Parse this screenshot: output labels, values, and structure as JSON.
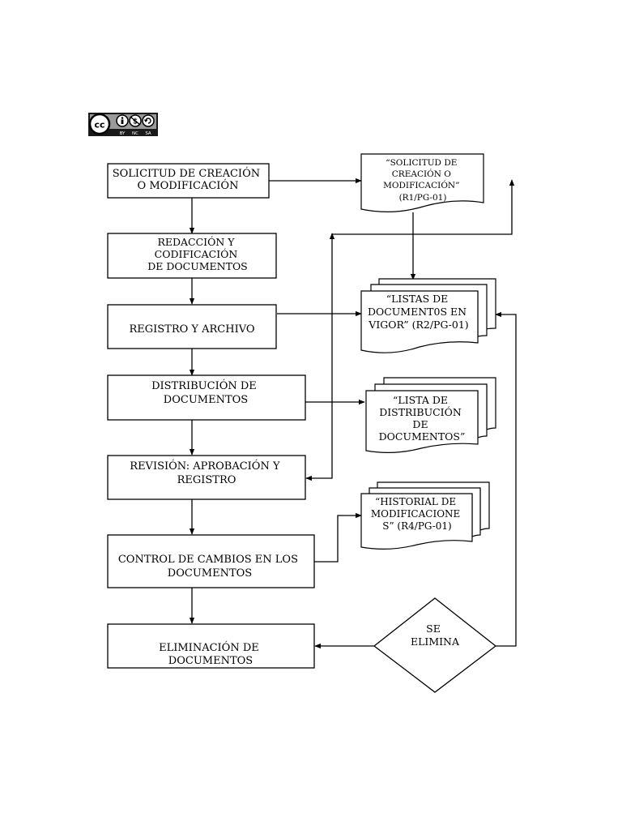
{
  "license_badge": {
    "text": "cc",
    "icons": [
      "by-icon",
      "nc-icon",
      "sa-icon"
    ],
    "labels": [
      "BY",
      "NC",
      "SA"
    ]
  },
  "process": [
    {
      "id": "p1",
      "lines": [
        "SOLICITUD DE CREACIÓN",
        "O MODIFICACIÓN"
      ]
    },
    {
      "id": "p2",
      "lines": [
        "REDACCIÓN Y",
        "CODIFICACIÓN",
        "DE DOCUMENTOS"
      ]
    },
    {
      "id": "p3",
      "lines": [
        "REGISTRO Y ARCHIVO"
      ]
    },
    {
      "id": "p4",
      "lines": [
        "DISTRIBUCIÓN DE",
        "DOCUMENTOS"
      ]
    },
    {
      "id": "p5",
      "lines": [
        "REVISIÓN: APROBACIÓN Y",
        "REGISTRO"
      ]
    },
    {
      "id": "p6",
      "lines": [
        "CONTROL DE CAMBIOS EN LOS",
        "DOCUMENTOS"
      ]
    },
    {
      "id": "p7",
      "lines": [
        "ELIMINACIÓN DE",
        "DOCUMENTOS"
      ]
    }
  ],
  "documents": [
    {
      "id": "d1",
      "lines": [
        "“SOLICITUD DE",
        "CREACIÓN O",
        "MODIFICACIÓN”",
        "(R1/PG-01)"
      ]
    },
    {
      "id": "d2",
      "lines": [
        "“LISTAS DE",
        "DOCUMENT0S EN",
        "VIGOR” (R2/PG-01)"
      ]
    },
    {
      "id": "d3",
      "lines": [
        "“LISTA DE",
        "DISTRIBUCIÓN",
        "DE",
        "DOCUMENTOS”"
      ]
    },
    {
      "id": "d4",
      "lines": [
        "“HISTORIAL DE",
        "MODIFICACIONE",
        "S” (R4/PG-01)"
      ]
    }
  ],
  "decision": {
    "id": "dec",
    "lines": [
      "SE",
      "ELIMINA"
    ]
  },
  "colors": {
    "stroke": "#000000",
    "fill": "#ffffff",
    "badge_bg": "#1a1a1a",
    "badge_fg": "#ffffff"
  }
}
